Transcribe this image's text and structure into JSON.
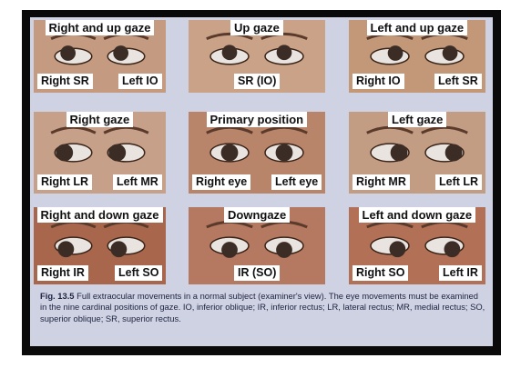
{
  "figure": {
    "caption_label": "Fig. 13.5",
    "caption_text": "Full extraocular movements in a normal subject (examiner's view). The eye movements must be examined in the nine cardinal positions of gaze. IO, inferior oblique; IR, inferior rectus; LR, lateral rectus; MR, medial rectus; SO, superior oblique; SR, superior rectus."
  },
  "panels": [
    {
      "gaze": "Right and up gaze",
      "left_label": "Right SR",
      "right_label": "Left IO",
      "skin": "#c49a80",
      "pupil_dx": -0.18,
      "pupil_dy": -0.25
    },
    {
      "gaze": "Up gaze",
      "center_label": "SR (IO)",
      "skin": "#c9a288",
      "pupil_dx": 0,
      "pupil_dy": -0.3
    },
    {
      "gaze": "Left and up gaze",
      "left_label": "Right IO",
      "right_label": "Left SR",
      "skin": "#c29878",
      "pupil_dx": 0.18,
      "pupil_dy": -0.25
    },
    {
      "gaze": "Right gaze",
      "left_label": "Right LR",
      "right_label": "Left MR",
      "skin": "#c7a08a",
      "pupil_dx": -0.3,
      "pupil_dy": 0
    },
    {
      "gaze": "Primary position",
      "left_label": "Right eye",
      "right_label": "Left eye",
      "skin": "#b9856a",
      "pupil_dx": 0,
      "pupil_dy": 0
    },
    {
      "gaze": "Left gaze",
      "left_label": "Right MR",
      "right_label": "Left LR",
      "skin": "#c39c84",
      "pupil_dx": 0.3,
      "pupil_dy": 0
    },
    {
      "gaze": "Right and down gaze",
      "left_label": "Right IR",
      "right_label": "Left SO",
      "skin": "#a8674c",
      "pupil_dx": -0.25,
      "pupil_dy": 0.25
    },
    {
      "gaze": "Downgaze",
      "center_label": "IR (SO)",
      "skin": "#b57860",
      "pupil_dx": 0,
      "pupil_dy": 0.3
    },
    {
      "gaze": "Left and down gaze",
      "left_label": "Right SO",
      "right_label": "Left IR",
      "skin": "#b27157",
      "pupil_dx": 0.25,
      "pupil_dy": 0.25
    }
  ]
}
